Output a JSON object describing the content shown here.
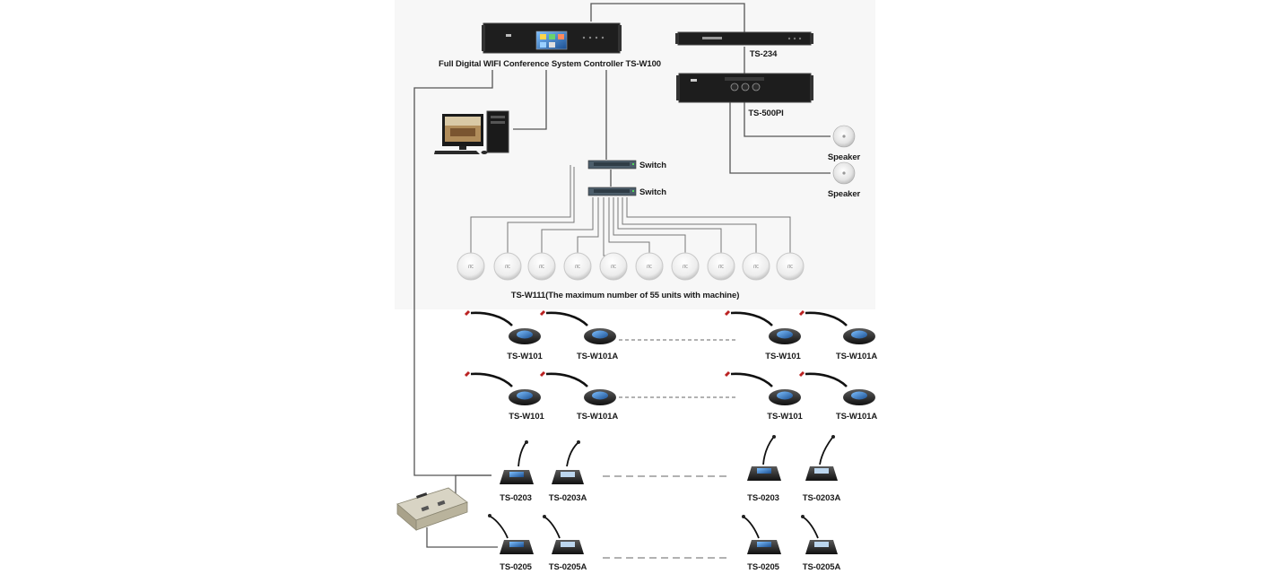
{
  "labels": {
    "controller": "Full Digital WIFI Conference System Controller TS-W100",
    "ts234": "TS-234",
    "ts500pi": "TS-500PI",
    "speaker": "Speaker",
    "switch": "Switch",
    "wap_caption": "TS-W111(The maximum number of 55 units with machine)",
    "ts_w101": "TS-W101",
    "ts_w101a": "TS-W101A",
    "ts_0203": "TS-0203",
    "ts_0203a": "TS-0203A",
    "ts_0205": "TS-0205",
    "ts_0205a": "TS-0205A"
  },
  "icons": {
    "controller": "rack-controller-icon",
    "ts234": "rack-unit-icon",
    "ts500pi": "power-amplifier-icon",
    "pc": "desktop-computer-icon",
    "switch": "network-switch-icon",
    "speaker": "ceiling-speaker-icon",
    "access_point": "wireless-access-point-icon",
    "wifi_unit": "gooseneck-microphone-icon",
    "wired_unit": "desktop-microphone-icon",
    "junction": "junction-box-icon"
  },
  "colors": {
    "line": "#555555",
    "device_dark": "#222222",
    "screen_blue": "#3a7cc2"
  }
}
